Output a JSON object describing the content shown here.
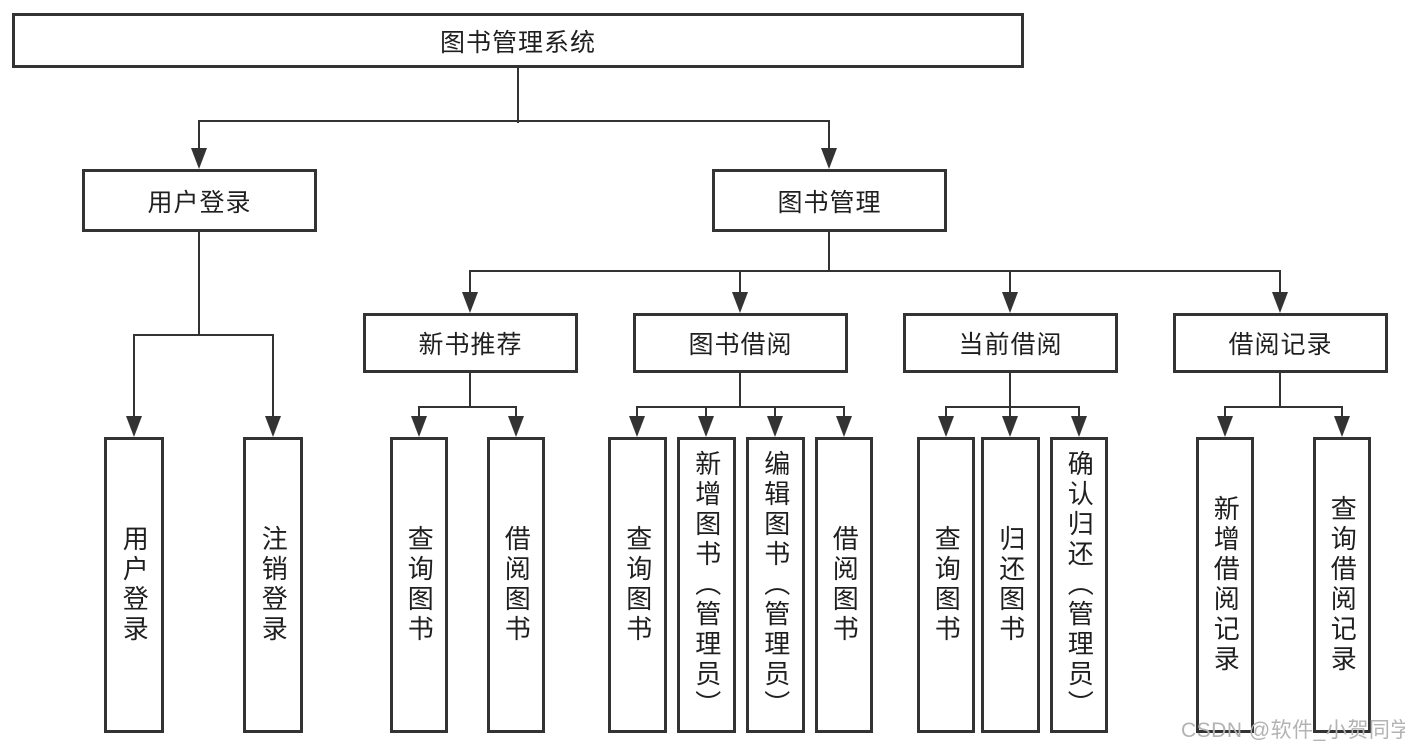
{
  "diagram": {
    "root": {
      "label": "图书管理系统"
    },
    "branches": [
      {
        "label": "用户登录",
        "children": [
          {
            "label": "用户登录"
          },
          {
            "label": "注销登录"
          }
        ]
      },
      {
        "label": "图书管理",
        "children": [
          {
            "label": "新书推荐",
            "children": [
              {
                "label": "查询图书"
              },
              {
                "label": "借阅图书"
              }
            ]
          },
          {
            "label": "图书借阅",
            "children": [
              {
                "label": "查询图书"
              },
              {
                "label": "新增图书（管理员）"
              },
              {
                "label": "编辑图书（管理员）"
              },
              {
                "label": "借阅图书"
              }
            ]
          },
          {
            "label": "当前借阅",
            "children": [
              {
                "label": "查询图书"
              },
              {
                "label": "归还图书"
              },
              {
                "label": "确认归还（管理员）"
              }
            ]
          },
          {
            "label": "借阅记录",
            "children": [
              {
                "label": "新增借阅记录"
              },
              {
                "label": "查询借阅记录"
              }
            ]
          }
        ]
      }
    ]
  },
  "watermark": {
    "text": "CSDN @软件_小贺同学"
  },
  "colors": {
    "line": "#333333",
    "text": "#1f1f1f",
    "background": "#ffffff",
    "watermark": "#b3b3b3"
  }
}
